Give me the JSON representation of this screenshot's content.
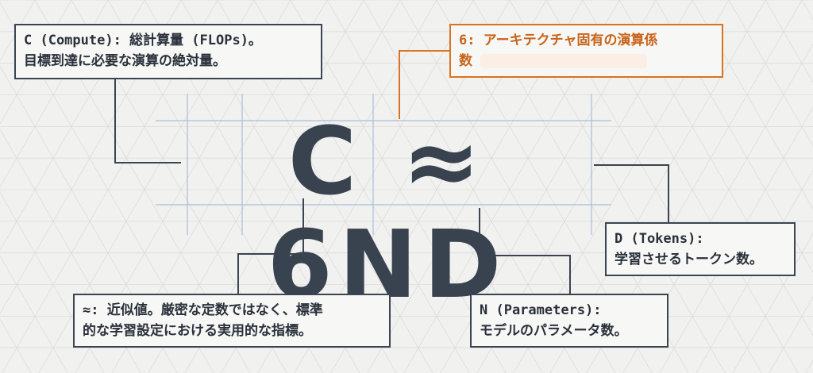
{
  "formula": "C ≈ 6ND",
  "annotations": {
    "compute": {
      "line1": "C (Compute): 総計算量 (FLOPs)。",
      "line2": "目標到達に必要な演算の絶対量。"
    },
    "coefficient": {
      "line1": "6: アーキテクチャ固有の演算係",
      "line2": "数"
    },
    "tokens": {
      "line1": "D (Tokens):",
      "line2": "学習させるトークン数。"
    },
    "approx": {
      "line1": "≈: 近似値。厳密な定数ではなく、標準",
      "line2": "的な学習設定における実用的な指標。"
    },
    "parameters": {
      "line1": "N (Parameters):",
      "line2": "モデルのパラメータ数。"
    }
  },
  "colors": {
    "ink": "#38434f",
    "border": "#3a4452",
    "accent": "#d9731f",
    "guide": "#9fb6d6",
    "grid": "#dcdcdc"
  }
}
